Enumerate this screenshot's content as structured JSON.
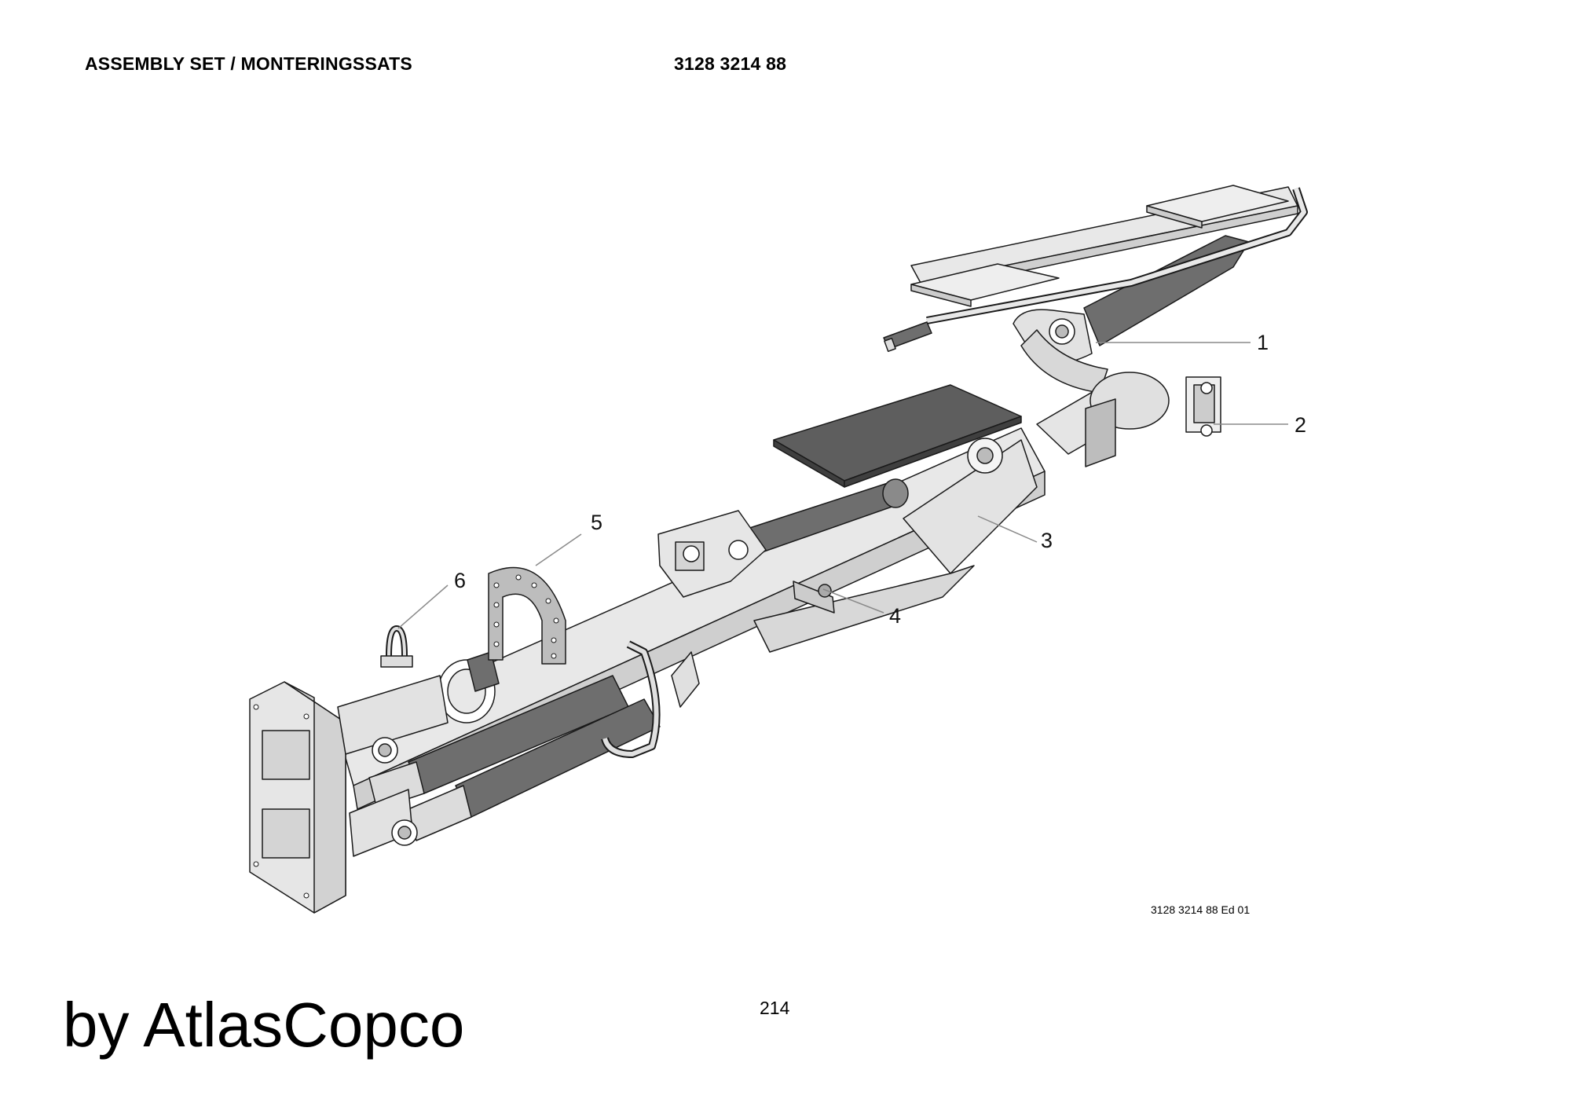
{
  "header": {
    "title": "ASSEMBLY SET / MONTERINGSSATS",
    "part_number": "3128 3214 88"
  },
  "callouts": [
    "1",
    "2",
    "3",
    "4",
    "5",
    "6"
  ],
  "drawing_reference": "3128 3214 88 Ed 01",
  "page_number": "214",
  "branding": "by AtlasCopco",
  "colors": {
    "part_light": "#e8e8e8",
    "part_dark": "#6e6e6e",
    "outline": "#1a1a1a",
    "leader_line": "#8a8a8a"
  }
}
